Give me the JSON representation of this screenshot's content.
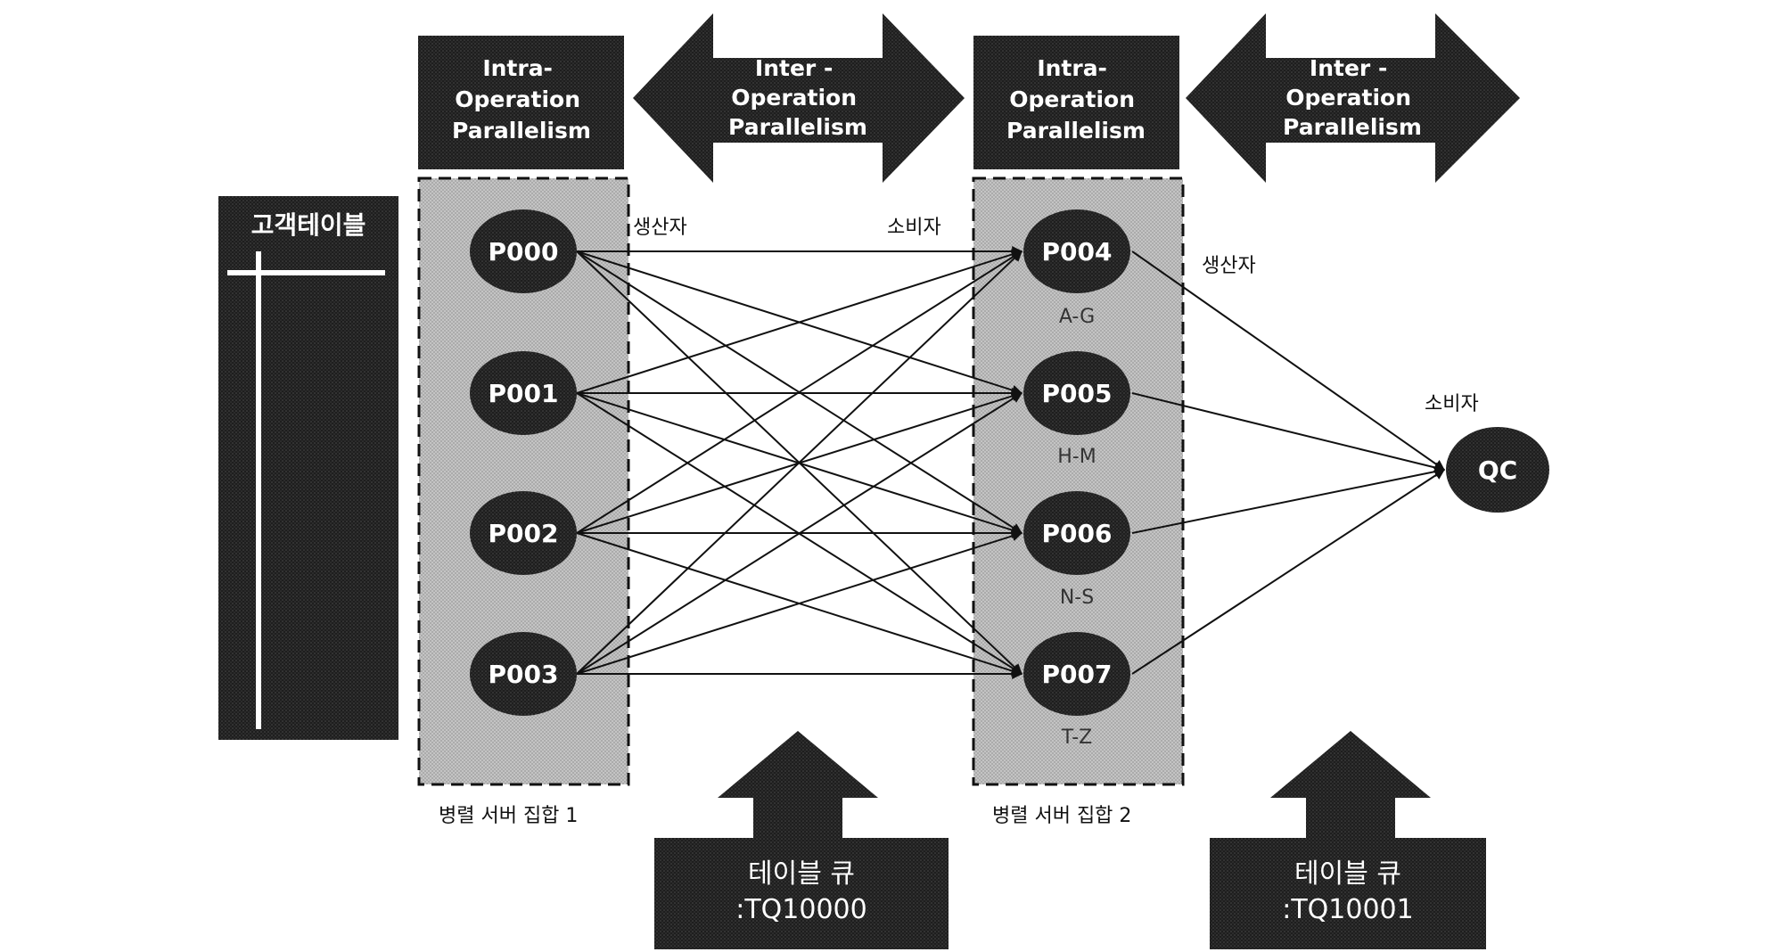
{
  "labels": {
    "intra_1": [
      "Intra-",
      "Operation",
      "Parallelism"
    ],
    "inter_1": [
      "Inter -",
      "Operation",
      "Parallelism"
    ],
    "intra_2": [
      "Intra-",
      "Operation",
      "Parallelism"
    ],
    "inter_2": [
      "Inter -",
      "Operation",
      "Parallelism"
    ],
    "customer_table": "고객테이블",
    "producer_1": "생산자",
    "consumer_1": "소비자",
    "producer_2": "생산자",
    "consumer_2": "소비자",
    "server_set_1": "병렬 서버 집합 1",
    "server_set_2": "병렬 서버 집합 2"
  },
  "set1": [
    "P000",
    "P001",
    "P002",
    "P003"
  ],
  "set2": [
    {
      "id": "P004",
      "range": "A-G"
    },
    {
      "id": "P005",
      "range": "H-M"
    },
    {
      "id": "P006",
      "range": "N-S"
    },
    {
      "id": "P007",
      "range": "T-Z"
    }
  ],
  "coordinator": "QC",
  "queues": [
    {
      "line1": "테이블 큐",
      "line2": ":TQ10000"
    },
    {
      "line1": "테이블 큐",
      "line2": ":TQ10001"
    }
  ],
  "colors": {
    "dark": "#1c1c1c",
    "halftone_light": "#bdbdbd",
    "halftone_dark": "#3a3a3a"
  }
}
